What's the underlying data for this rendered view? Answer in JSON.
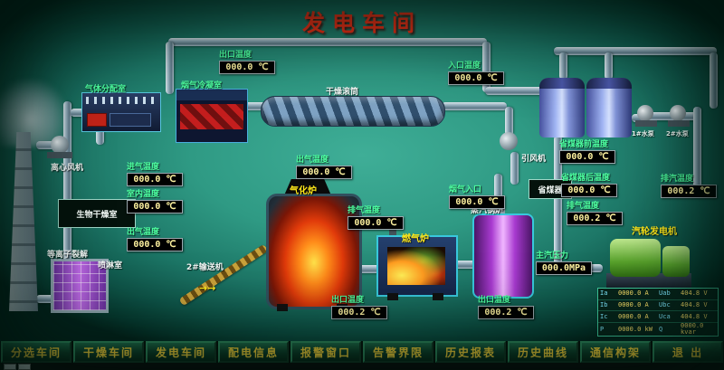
{
  "title": "发电车间",
  "nav": {
    "items": [
      "分选车间",
      "干燥车间",
      "发电车间",
      "配电信息",
      "报警窗口",
      "告警界限",
      "历史报表",
      "历史曲线",
      "通信构架",
      "退 出"
    ]
  },
  "equipment": {
    "gas_distribution": "气体分配室",
    "condenser": "烟气冷凝室",
    "drum": "干燥滚筒",
    "centrifugal_fan": "离心风机",
    "bio_drying_room": "生物干燥室",
    "plasma_cracking": "等离子裂解",
    "spray_room": "喷淋室",
    "conveyor": "2#输送机",
    "conveyor_arrows": "→→",
    "gasifier": "气化炉",
    "gas_furnace": "燃气炉",
    "steam_boiler": "蒸汽锅炉",
    "economizer": "省煤器",
    "induced_draft_fan": "引风机",
    "turbine_generator": "汽轮发电机",
    "pump1": "1#水泵",
    "pump2": "2#水泵"
  },
  "readouts": {
    "outlet_top": {
      "label": "出口温度",
      "value": "000.0 ℃"
    },
    "inlet_top": {
      "label": "入口温度",
      "value": "000.0 ℃"
    },
    "intake_left": {
      "label": "进气温度",
      "value": "000.0 ℃"
    },
    "room_left": {
      "label": "室内温度",
      "value": "000.0 ℃"
    },
    "outgas_left": {
      "label": "出气温度",
      "value": "000.0 ℃"
    },
    "outgas_center": {
      "label": "出气温度",
      "value": "000.0 ℃"
    },
    "exhaust_center": {
      "label": "排气温度",
      "value": "000.0 ℃"
    },
    "fluegas_inlet": {
      "label": "烟气入口",
      "value": "000.0 ℃"
    },
    "econ_before": {
      "label": "省煤器前温度",
      "value": "000.0 ℃"
    },
    "econ_after": {
      "label": "省煤器后温度",
      "value": "000.0 ℃"
    },
    "econ_exhaust": {
      "label": "排气温度",
      "value": "000.2 ℃"
    },
    "steam_pressure": {
      "label": "主汽压力",
      "value": "000.0MPa"
    },
    "turbine_exhaust": {
      "label": "排汽温度",
      "value": "000.2 ℃"
    },
    "gasfurnace_outlet": {
      "label": "出口温度",
      "value": "000.2 ℃"
    },
    "boiler_outlet": {
      "label": "出口温度",
      "value": "000.2 ℃"
    }
  },
  "generator_panel": {
    "rows": [
      {
        "l1": "Ia",
        "v1": "0000.0 A",
        "l2": "Uab",
        "v2": "404.8 V"
      },
      {
        "l1": "Ib",
        "v1": "0000.0 A",
        "l2": "Ubc",
        "v2": "404.8 V"
      },
      {
        "l1": "Ic",
        "v1": "0000.0 A",
        "l2": "Uca",
        "v2": "404.8 V"
      },
      {
        "l1": "P",
        "v1": "0000.0 kW",
        "l2": "Q",
        "v2": "0000.0 kvar"
      }
    ]
  }
}
